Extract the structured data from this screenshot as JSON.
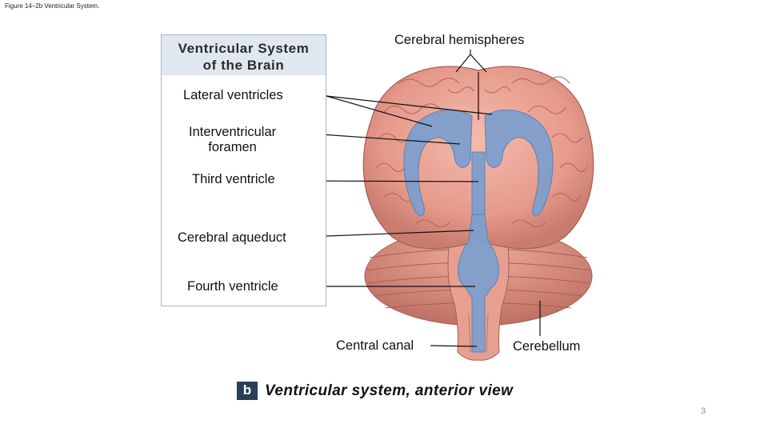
{
  "caption": "Figure 14–2b Ventricular System.",
  "panel": {
    "title": "Ventricular System\nof the Brain"
  },
  "labels": {
    "cerebral_hemispheres": "Cerebral hemispheres",
    "lateral_ventricles": "Lateral ventricles",
    "interventricular_foramen": "Interventricular\nforamen",
    "third_ventricle": "Third ventricle",
    "cerebral_aqueduct": "Cerebral aqueduct",
    "fourth_ventricle": "Fourth ventricle",
    "central_canal": "Central canal",
    "cerebellum": "Cerebellum"
  },
  "figure": {
    "panel_letter": "b",
    "view_title": "Ventricular system, anterior view"
  },
  "page_number": "3",
  "colors": {
    "brain": "#e9a496",
    "brain_dark": "#c97b6e",
    "ventricle": "#7f9fcd",
    "panel_header": "#dfe7f0",
    "badge": "#2c3d57"
  }
}
